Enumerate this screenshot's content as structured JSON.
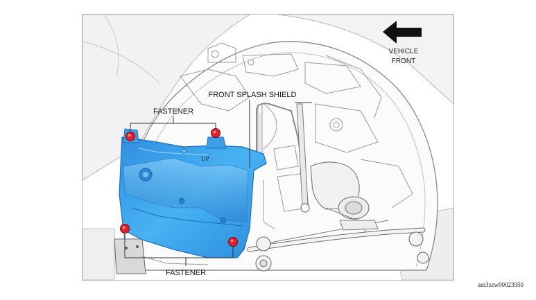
{
  "figure": {
    "direction_label_line1": "VEHICLE",
    "direction_label_line2": "FRONT",
    "callout_top_fastener": "FASTENER",
    "callout_splash_shield": "FRONT SPLASH SHIELD",
    "callout_bottom_fastener": "FASTENER",
    "part_marking": "UP",
    "figure_code": "am3zzw00023950"
  },
  "colors": {
    "splash_shield": "#3ea8ee",
    "fastener": "#e0202e",
    "line_art": "#8a8a8a"
  },
  "icons": {
    "direction": "arrow-left-icon"
  }
}
